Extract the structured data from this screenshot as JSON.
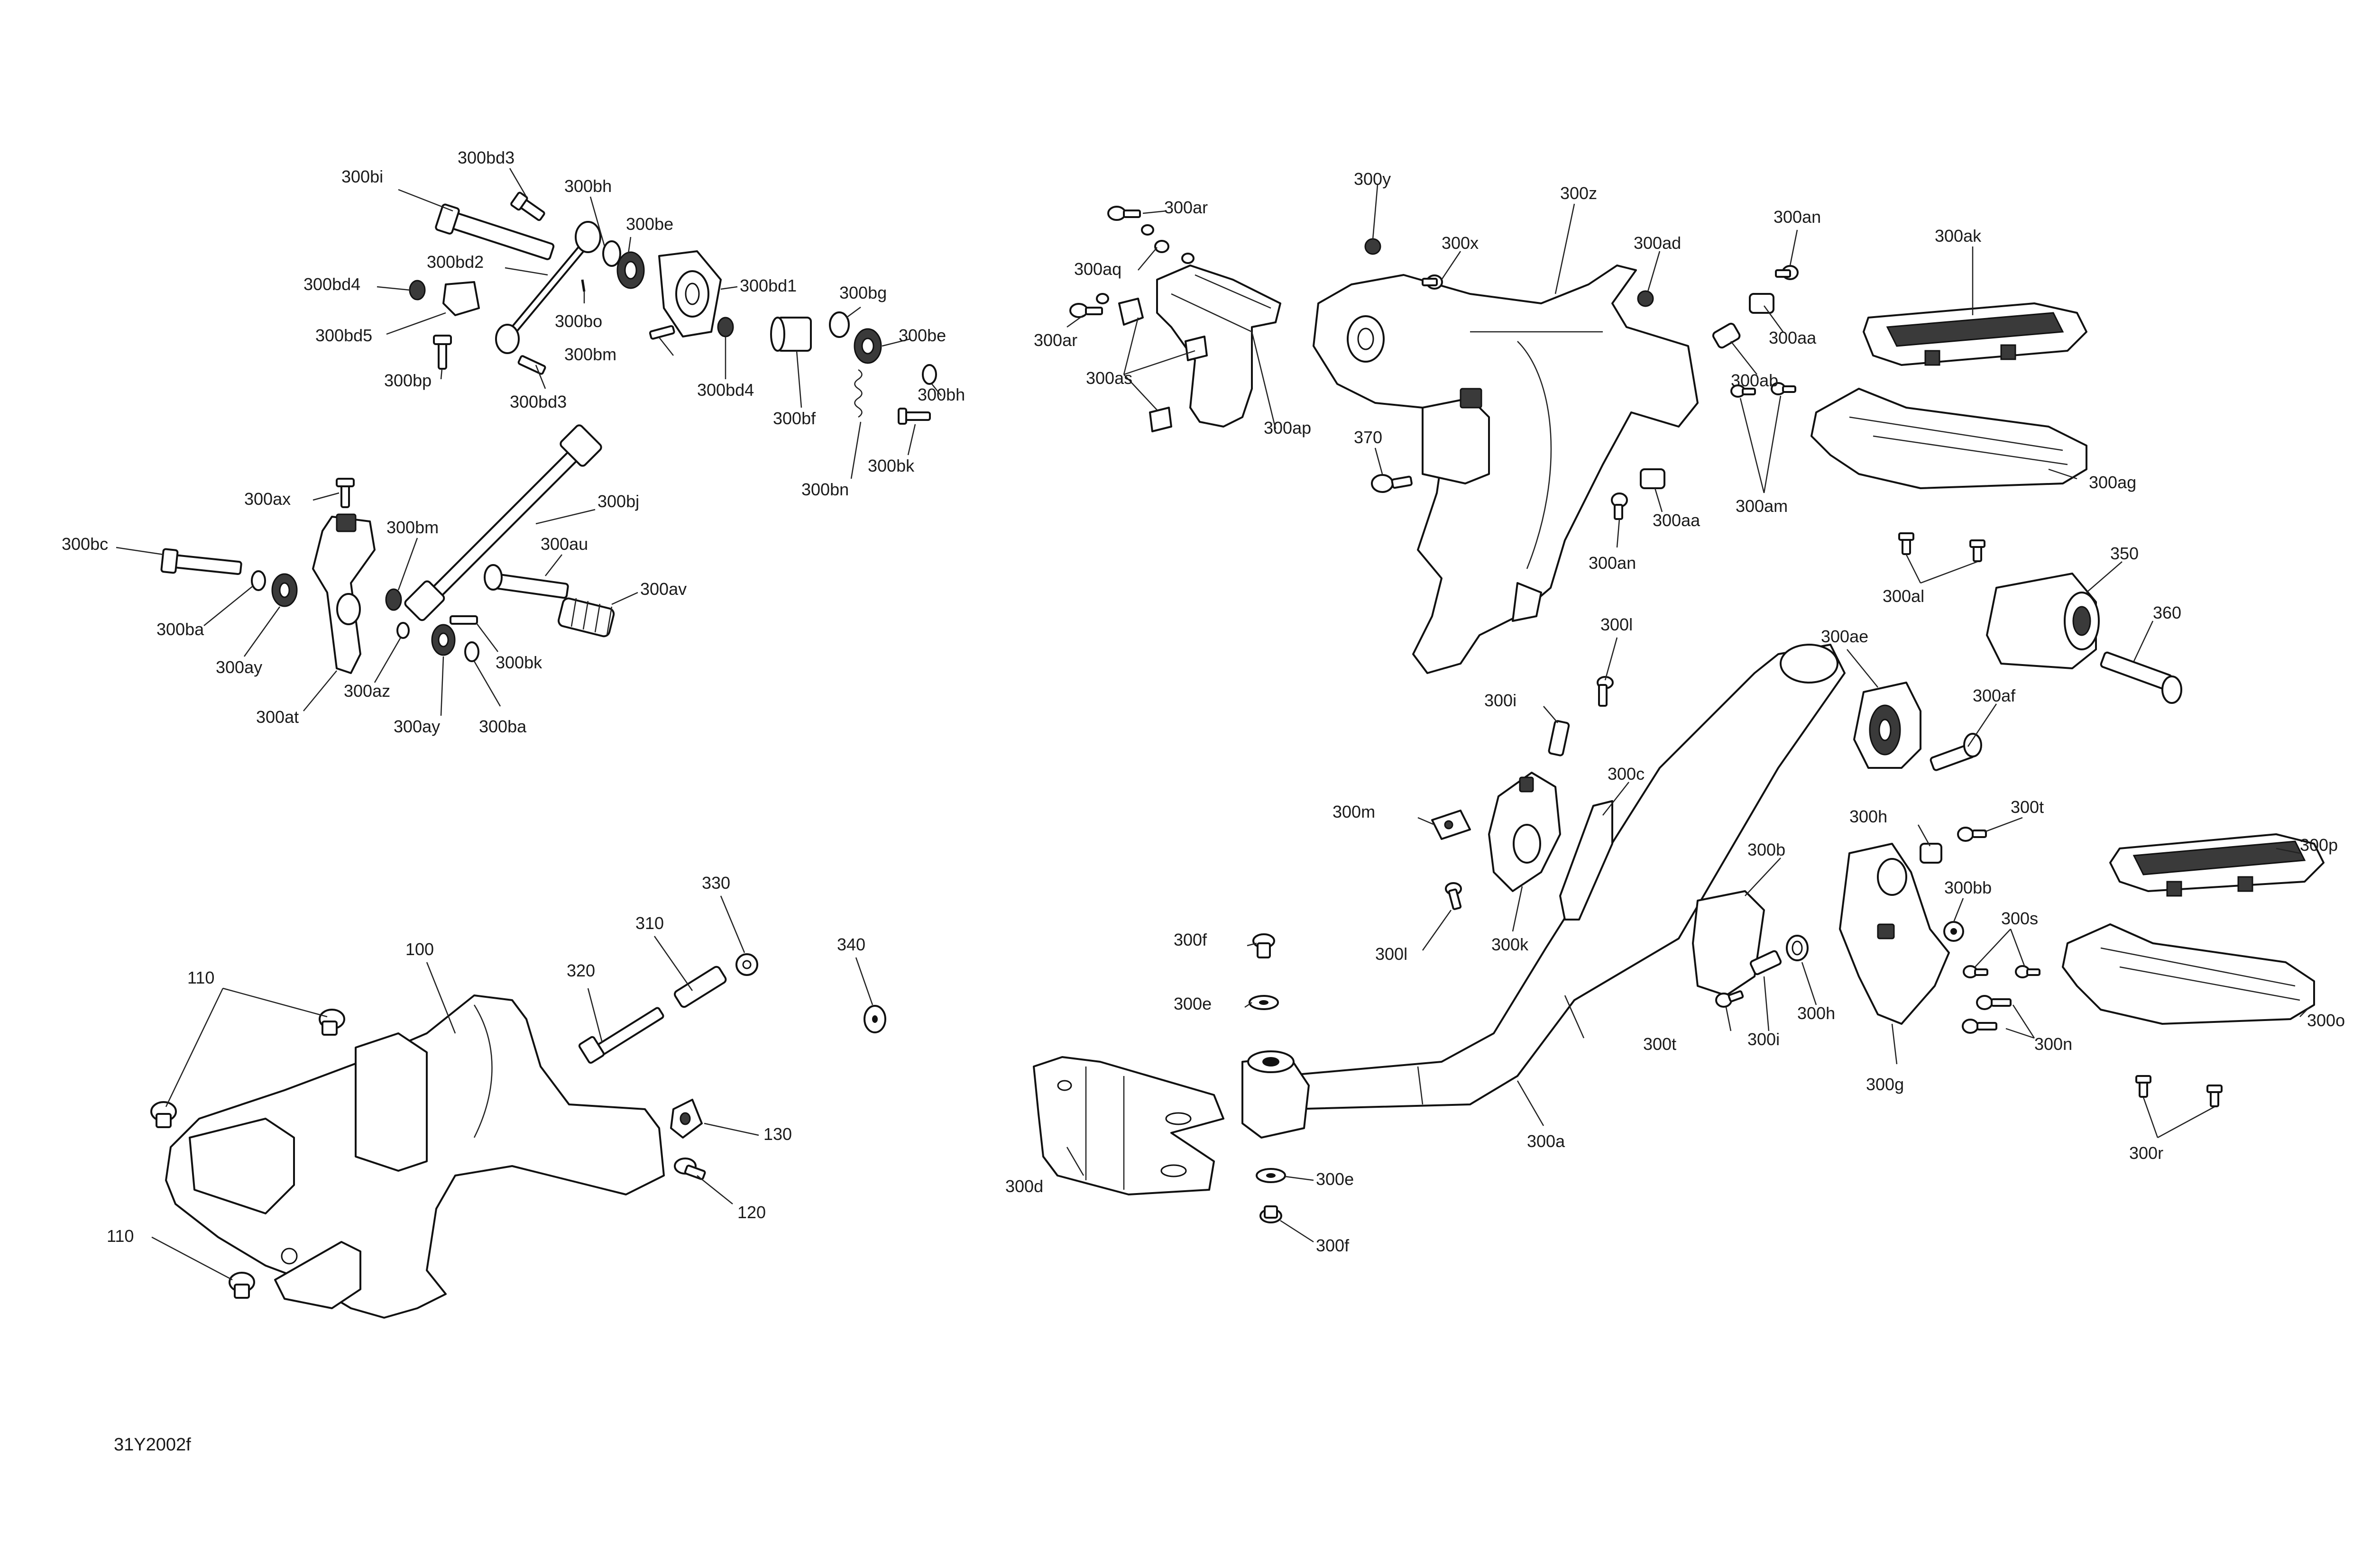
{
  "diagram_code": "31Y2002f",
  "labels": {
    "l300bi": "300bi",
    "l300bd3a": "300bd3",
    "l300bh_a": "300bh",
    "l300be_a": "300be",
    "l300bd2": "300bd2",
    "l300bd4a": "300bd4",
    "l300bd1": "300bd1",
    "l300bo": "300bo",
    "l300bd5": "300bd5",
    "l300bg": "300bg",
    "l300bm_a": "300bm",
    "l300be_b": "300be",
    "l300bp": "300bp",
    "l300bd4b": "300bd4",
    "l300bd3b": "300bd3",
    "l300bf": "300bf",
    "l300bh_b": "300bh",
    "l300bk_a": "300bk",
    "l300bn": "300bn",
    "l300ax": "300ax",
    "l300bj": "300bj",
    "l300bc": "300bc",
    "l300bm_b": "300bm",
    "l300au": "300au",
    "l300av": "300av",
    "l300ba_a": "300ba",
    "l300ay_a": "300ay",
    "l300bk_b": "300bk",
    "l300az": "300az",
    "l300at": "300at",
    "l300ay_b": "300ay",
    "l300ba_b": "300ba",
    "l300ar_a": "300ar",
    "l300aq": "300aq",
    "l300ar_b": "300ar",
    "l300as": "300as",
    "l300ap": "300ap",
    "l300y": "300y",
    "l300x": "300x",
    "l300z": "300z",
    "l300ad": "300ad",
    "l300an_a": "300an",
    "l300aa_a": "300aa",
    "l300ab": "300ab",
    "l300ak": "300ak",
    "l370": "370",
    "l300am": "300am",
    "l300aa_b": "300aa",
    "l300an_b": "300an",
    "l300ag": "300ag",
    "l300al": "300al",
    "l350": "350",
    "l360": "360",
    "l300l_a": "300l",
    "l300ae": "300ae",
    "l300i_a": "300i",
    "l300af": "300af",
    "l300c": "300c",
    "l300m": "300m",
    "l300h_a": "300h",
    "l300t_a": "300t",
    "l300p": "300p",
    "l300b": "300b",
    "l300bb": "300bb",
    "l300s": "300s",
    "l300f_a": "300f",
    "l300l_b": "300l",
    "l300k": "300k",
    "l300e_a": "300e",
    "l300t_b": "300t",
    "l300i_b": "300i",
    "l300h_b": "300h",
    "l300n": "300n",
    "l300o": "300o",
    "l300g": "300g",
    "l300r": "300r",
    "l300d": "300d",
    "l300a": "300a",
    "l300e_b": "300e",
    "l300f_b": "300f",
    "l110_a": "110",
    "l100": "100",
    "l320": "320",
    "l310": "310",
    "l330": "330",
    "l340": "340",
    "l130": "130",
    "l120": "120",
    "l110_b": "110"
  }
}
